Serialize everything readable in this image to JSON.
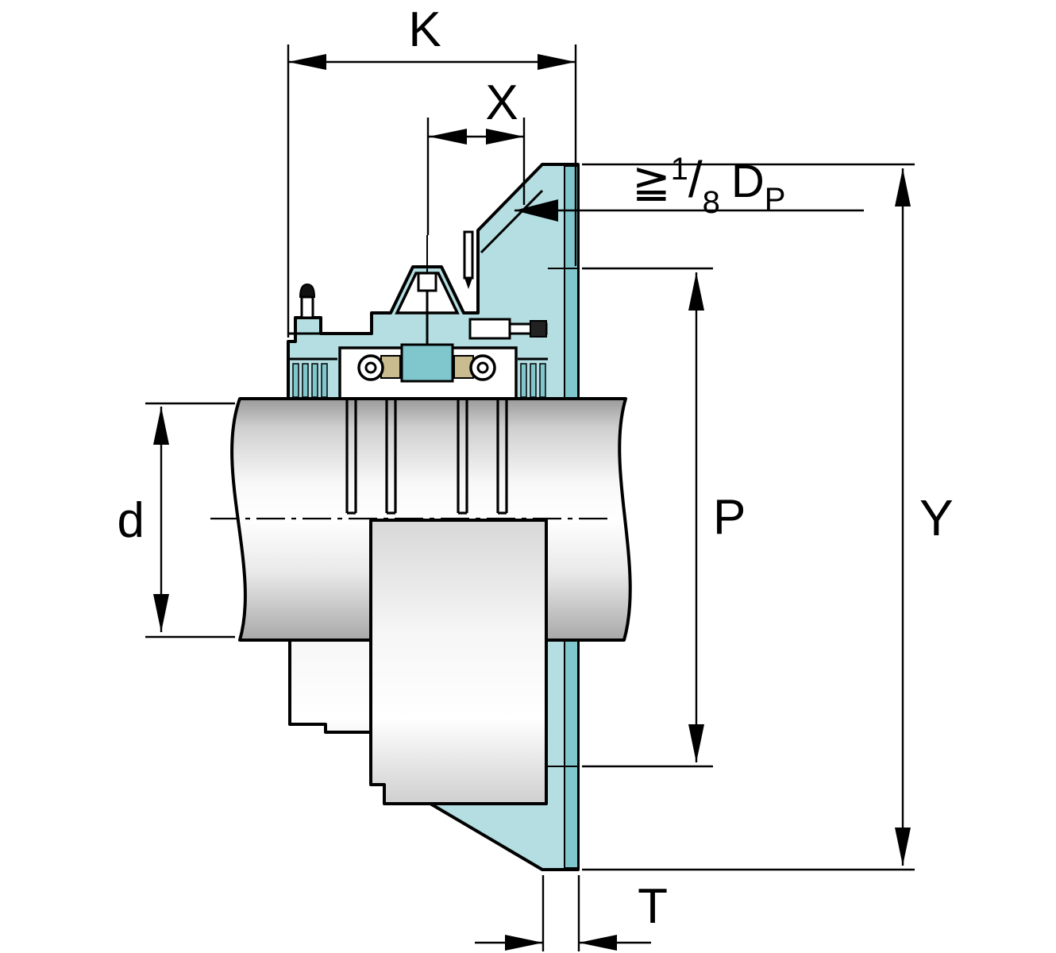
{
  "drawing": {
    "background": "#ffffff",
    "colors": {
      "housing_light": "#b4dee1",
      "housing_dark": "#7fc6cd",
      "cage_tan": "#c9bd8f",
      "outline": "#000000",
      "metal_white": "#ffffff"
    },
    "dimensions": {
      "K": {
        "label": "K"
      },
      "X": {
        "label": "X"
      },
      "d": {
        "label": "d"
      },
      "P": {
        "label": "P"
      },
      "Y": {
        "label": "Y"
      },
      "T": {
        "label": "T"
      },
      "flange_thickness_note": {
        "gte": "≧",
        "numerator": "1",
        "fraction_slash": "/",
        "denominator": "8",
        "base": "D",
        "subscript": "P"
      }
    }
  }
}
